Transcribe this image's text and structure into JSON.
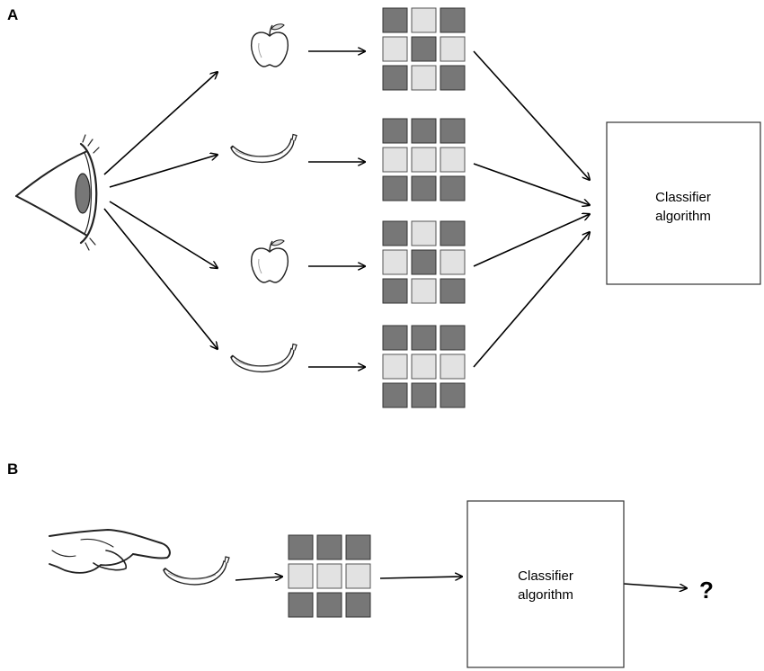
{
  "panels": {
    "a": {
      "label": "A",
      "classifier_line1": "Classifier",
      "classifier_line2": "algorithm"
    },
    "b": {
      "label": "B",
      "classifier_line1": "Classifier",
      "classifier_line2": "algorithm",
      "output": "?"
    }
  },
  "grids": {
    "apple": [
      "dark",
      "light",
      "dark",
      "light",
      "dark",
      "light",
      "dark",
      "light",
      "dark"
    ],
    "banana": [
      "dark",
      "dark",
      "dark",
      "light",
      "light",
      "light",
      "dark",
      "dark",
      "dark"
    ]
  },
  "colors": {
    "dark_square": "#777777",
    "light_square": "#e2e2e2"
  },
  "icons": [
    "eye-icon",
    "apple-icon",
    "banana-icon",
    "hand-icon"
  ]
}
